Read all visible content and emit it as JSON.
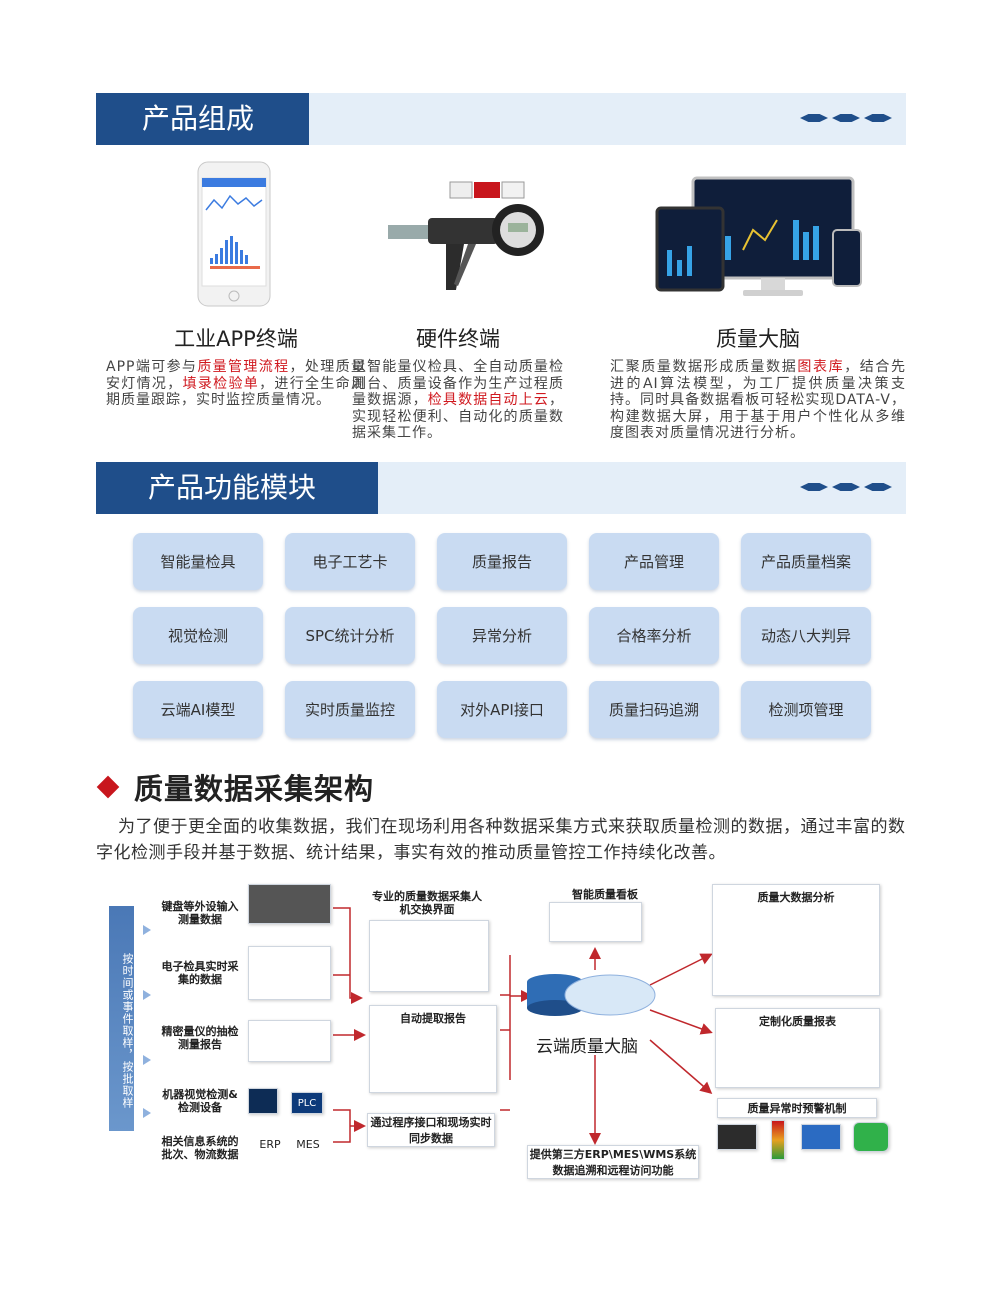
{
  "section1": {
    "title": "产品组成"
  },
  "products": [
    {
      "title": "工业APP终端",
      "desc": [
        {
          "t": "APP端可参与",
          "r": false
        },
        {
          "t": "质量管理流程",
          "r": true
        },
        {
          "t": "，处理质量安灯情况，",
          "r": false
        },
        {
          "t": "填录检验单",
          "r": true
        },
        {
          "t": "，进行全生命周期质量跟踪，实时监控质量情况。",
          "r": false
        }
      ]
    },
    {
      "title": "硬件终端",
      "desc": [
        {
          "t": "以智能量仪检具、全自动质量检测台、质量设备作为生产过程质量数据源，",
          "r": false
        },
        {
          "t": "检具数据自动上云",
          "r": true
        },
        {
          "t": "，实现轻松便利、自动化的质量数据采集工作。",
          "r": false
        }
      ]
    },
    {
      "title": "质量大脑",
      "desc": [
        {
          "t": "汇聚质量数据形成质量数据",
          "r": false
        },
        {
          "t": "图表库",
          "r": true
        },
        {
          "t": "，结合先进的AI算法模型，为工厂提供质量决策支持。同时具备数据看板可轻松实现DATA-V，构建数据大屏，用于基于用户个性化从多维度图表对质量情况进行分析。",
          "r": false
        }
      ]
    }
  ],
  "section2": {
    "title": "产品功能模块"
  },
  "modules": [
    "智能量检具",
    "电子工艺卡",
    "质量报告",
    "产品管理",
    "产品质量档案",
    "视觉检测",
    "SPC统计分析",
    "异常分析",
    "合格率分析",
    "动态八大判异",
    "云端AI模型",
    "实时质量监控",
    "对外API接口",
    "质量扫码追溯",
    "检测项管理"
  ],
  "section3": {
    "title": "质量数据采集架构",
    "intro": "为了便于更全面的收集数据，我们在现场利用各种数据采集方式来获取质量检测的数据，通过丰富的数字化检测手段并基于数据、统计结果，事实有效的推动质量管控工作持续化改善。"
  },
  "diagram": {
    "side_label": "按时间或事件取样，按批取样",
    "sources": [
      "键盘等外设输入测量数据",
      "电子检具实时采集的数据",
      "精密量仪的抽检测量报告",
      "机器视觉检测&检测设备",
      "相关信息系统的批次、物流数据"
    ],
    "erp": "ERP",
    "mes": "MES",
    "plc": "PLC",
    "mid1": "专业的质量数据采集人机交换界面",
    "mid2": "自动提取报告",
    "mid3": "通过程序接口和现场实时同步数据",
    "cloud": "云端质量大脑",
    "board": "智能质量看板",
    "analysis": "质量大数据分析",
    "report": "定制化质量报表",
    "alarm": "质量异常时预警机制",
    "third": "提供第三方ERP\\MES\\WMS系统数据追溯和远程访问功能",
    "colors": {
      "accent": "#1f4e8a",
      "red": "#c8161d",
      "arrow": "#c0282d"
    }
  }
}
